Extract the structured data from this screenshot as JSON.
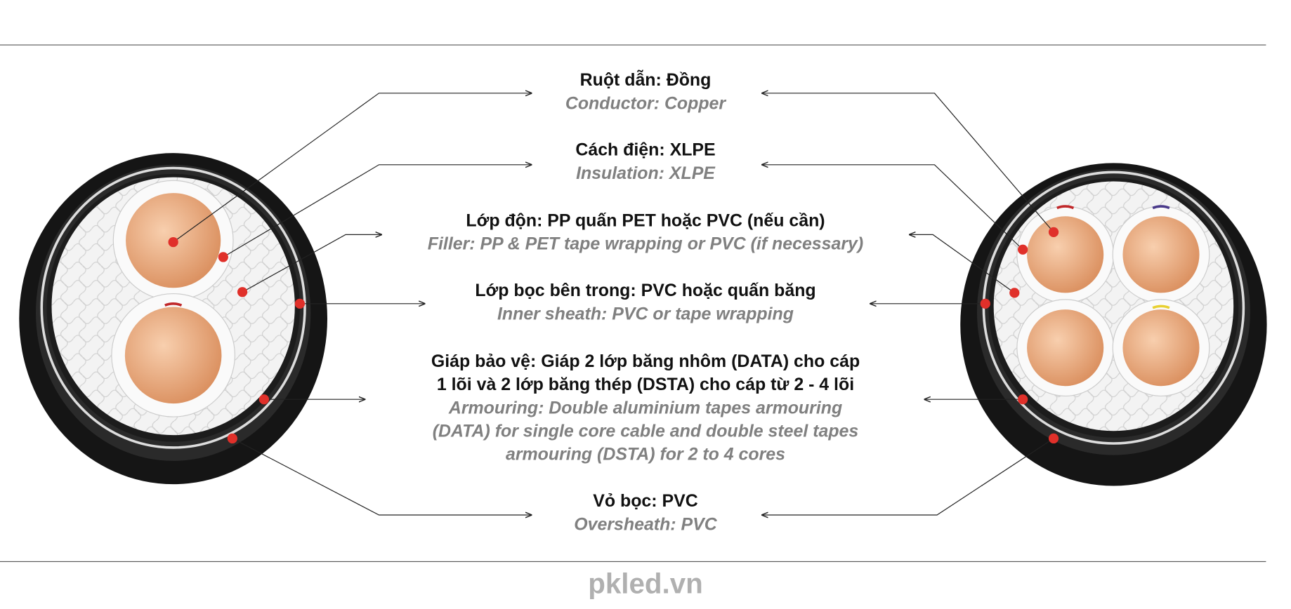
{
  "labels": [
    {
      "vi": "Ruột dẫn: Đồng",
      "en": "Conductor: Copper"
    },
    {
      "vi": "Cách điện: XLPE",
      "en": "Insulation: XLPE"
    },
    {
      "vi": "Lớp độn: PP quấn PET hoặc PVC (nếu cần)",
      "en": "Filler: PP & PET tape wrapping or PVC (if necessary)"
    },
    {
      "vi": "Lớp bọc bên trong: PVC hoặc quấn băng",
      "en": "Inner sheath: PVC or tape wrapping"
    },
    {
      "vi1": "Giáp bảo vệ: Giáp 2 lớp băng nhôm (DATA) cho cáp",
      "vi2": "1 lõi và 2 lớp băng thép (DSTA) cho cáp từ 2 - 4 lõi",
      "en1": "Armouring: Double aluminium tapes armouring",
      "en2": "(DATA) for single core cable and double steel tapes",
      "en3": "armouring (DSTA) for 2 to 4 cores"
    },
    {
      "vi": "Vỏ bọc: PVC",
      "en": "Oversheath: PVC"
    }
  ],
  "watermark": "pkled.vn",
  "colors": {
    "copper": "#e9a77a",
    "marker": "#e0302a",
    "sheath": "#151515",
    "filler": "#f1f1f1",
    "vi_text": "#111111",
    "en_text": "#808080"
  }
}
